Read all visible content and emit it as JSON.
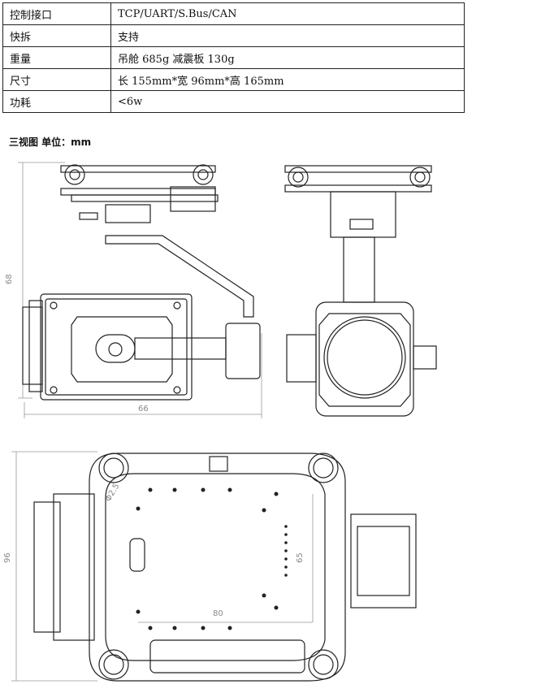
{
  "specs": [
    {
      "key": "控制接口",
      "value": "TCP/UART/S.Bus/CAN"
    },
    {
      "key": "快拆",
      "value": "支持"
    },
    {
      "key": "重量",
      "value": "吊舱 685g   减震板 130g"
    },
    {
      "key": "尺寸",
      "value": "长 155mm*宽 96mm*高 165mm"
    },
    {
      "key": "功耗",
      "value": "<6w"
    }
  ],
  "section_title": "三视图 单位：mm",
  "dimensions": {
    "side_height": "68",
    "side_width": "66",
    "top_height": "96",
    "hole_diameter": "Φ2.5",
    "hole_spacing_x": "80",
    "hole_spacing_y": "65"
  }
}
